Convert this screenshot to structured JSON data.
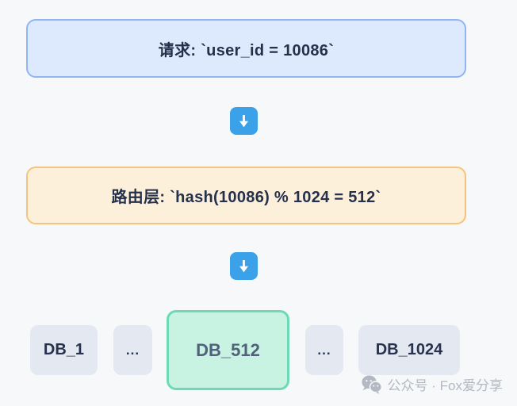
{
  "colors": {
    "page_bg": "#f7f8fa",
    "request_box_bg": "#dde9fc",
    "request_box_border": "#8fb5f3",
    "router_box_bg": "#fdf0da",
    "router_box_border": "#f3c47c",
    "arrow_bg": "#3ba1e9",
    "db_node_bg": "#e4e8f0",
    "db_node_text": "#26324e",
    "highlight_bg": "#c8f2e2",
    "highlight_border": "#6ed9b5",
    "highlight_text": "#51607b",
    "box_text": "#25304b",
    "watermark_text_color": "#b3b8c2"
  },
  "flow": {
    "request_box": {
      "text": "请求: `user_id = 10086`"
    },
    "router_box": {
      "text": "路由层: `hash(10086) % 1024 = 512`"
    },
    "arrows": [
      {
        "name": "request-to-router",
        "icon": "down-arrow-icon"
      },
      {
        "name": "router-to-databases",
        "icon": "down-arrow-icon"
      }
    ],
    "databases": [
      {
        "label": "DB_1",
        "highlighted": false
      },
      {
        "label": "...",
        "highlighted": false
      },
      {
        "label": "DB_512",
        "highlighted": true
      },
      {
        "label": "...",
        "highlighted": false
      },
      {
        "label": "DB_1024",
        "highlighted": false
      }
    ]
  },
  "watermark": {
    "icon": "wechat-icon",
    "text": "公众号 · Fox爱分享"
  }
}
